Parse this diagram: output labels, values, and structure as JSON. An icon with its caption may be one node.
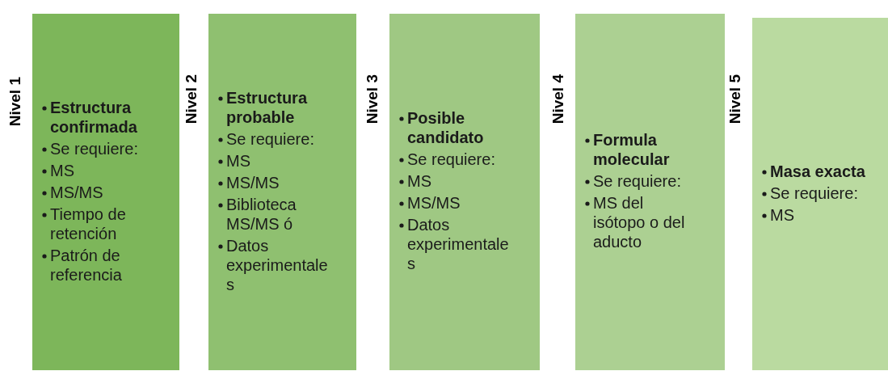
{
  "diagram": {
    "nodes": [
      {
        "text": [
          "Nivel 1",
          "Estructura confirmada",
          "Se requiere:",
          "MS",
          "MS/MS",
          "Tiempo de retención",
          "Patrón de referencia"
        ]
      },
      {
        "text": [
          "Nivel 2",
          "Estructura probable",
          "Se requiere:",
          "MS",
          "MS/MS",
          "Biblioteca MS/MS ó",
          "Datos experimentales"
        ]
      },
      {
        "text": [
          "Nivel 3",
          "Posible candidato",
          "Se requiere:",
          "MS",
          "MS/MS",
          "Datos experimentales"
        ]
      },
      {
        "text": [
          "Nivel 4",
          "Formula molecular",
          "Se requiere:",
          "MS del isótopo o del aducto"
        ]
      },
      {
        "text": [
          "Nivel 5",
          "Masa exacta",
          "Se requiere:",
          "MS"
        ]
      }
    ]
  }
}
